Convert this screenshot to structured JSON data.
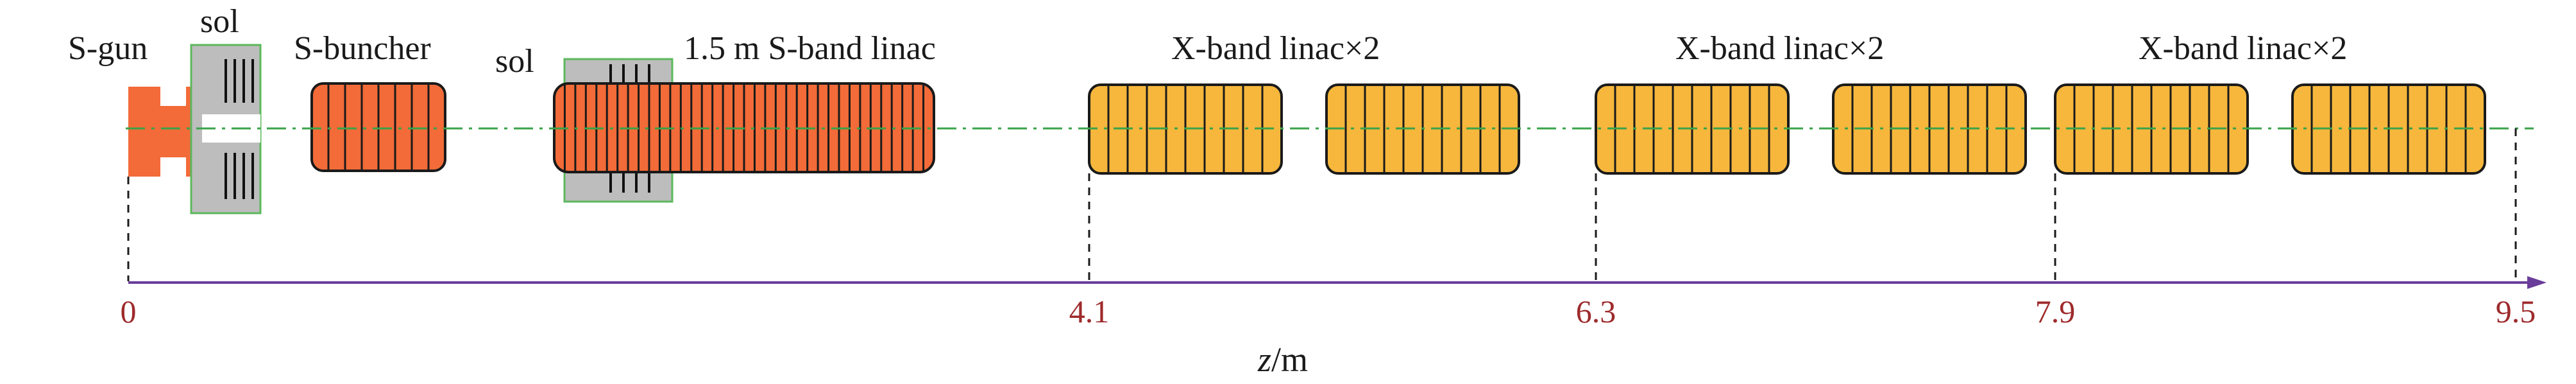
{
  "labels": {
    "gun": "S-gun",
    "sol1": "sol",
    "buncher": "S-buncher",
    "sol2": "sol",
    "linac": "1.5 m S-band linac",
    "xband1": "X-band linac×2",
    "xband2": "X-band linac×2",
    "xband3": "X-band linac×2"
  },
  "axis": {
    "label_var": "z",
    "label_unit": "/m",
    "ticks": [
      {
        "label": "0",
        "z": 0
      },
      {
        "label": "4.1",
        "z": 4.1
      },
      {
        "label": "6.3",
        "z": 6.3
      },
      {
        "label": "7.9",
        "z": 7.9
      },
      {
        "label": "9.5",
        "z": 9.5
      }
    ]
  },
  "colors": {
    "s_band": "#f26b38",
    "x_band": "#f6b73c",
    "solenoid_fill": "#bdbdbd",
    "solenoid_edge": "#5cb85c",
    "beamline": "#3aa34a",
    "axis": "#6a3d9a",
    "tick_text": "#9e2a2b",
    "outline": "#1a1a1a"
  }
}
